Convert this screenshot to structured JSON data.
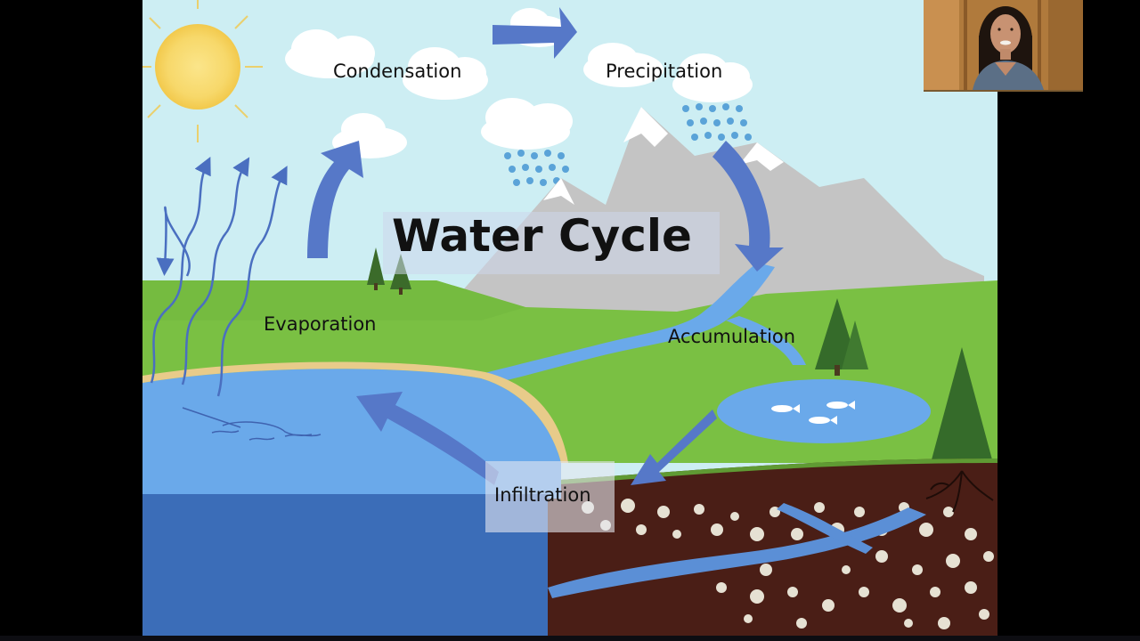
{
  "diagram": {
    "title": "Water Cycle",
    "labels": {
      "condensation": "Condensation",
      "precipitation": "Precipitation",
      "evaporation": "Evaporation",
      "accumulation": "Accumulation",
      "infiltration": "Infiltration"
    }
  },
  "colors": {
    "sky": "#cdeef3",
    "grass": "#7ac043",
    "lake": "#6aa9ea",
    "deep_water": "#3b6db8",
    "soil": "#4a1e16",
    "arrow": "#5678c8",
    "mountain": "#c4c4c4",
    "sun": "#f7d86a",
    "sand": "#e8cb8a"
  },
  "webcam": {
    "description_icon": "presenter-video"
  }
}
